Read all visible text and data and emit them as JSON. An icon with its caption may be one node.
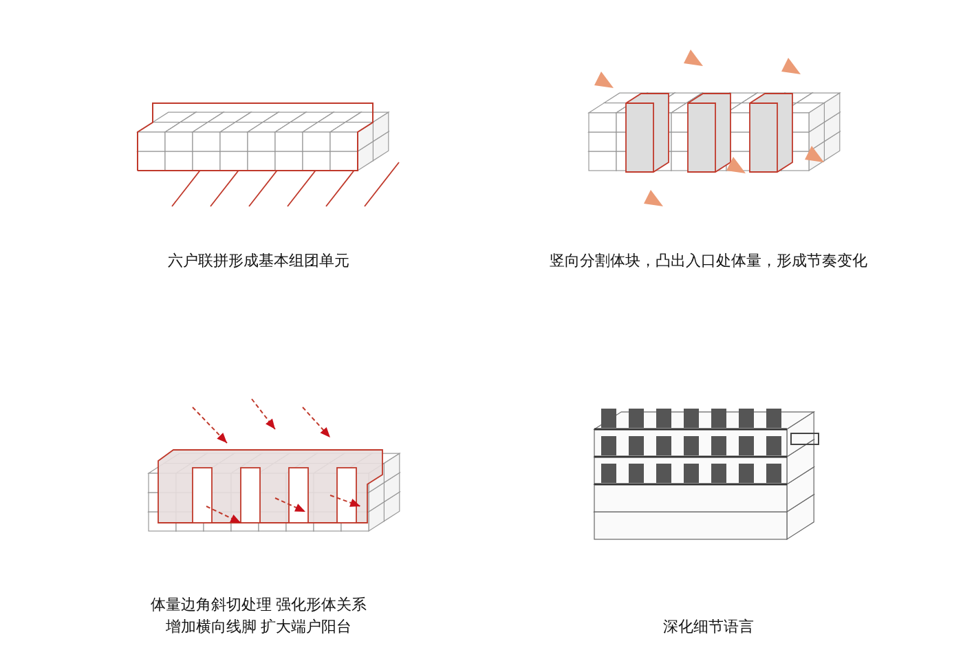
{
  "diagram": {
    "labels": [
      "六户联拼形成基本组团单元",
      "竖向分割体块，凸出入口处体量，形成节奏变化",
      "体量边角斜切处理 强化形体关系",
      "增加横向线脚 扩大端户阳台",
      "深化细节语言"
    ]
  }
}
